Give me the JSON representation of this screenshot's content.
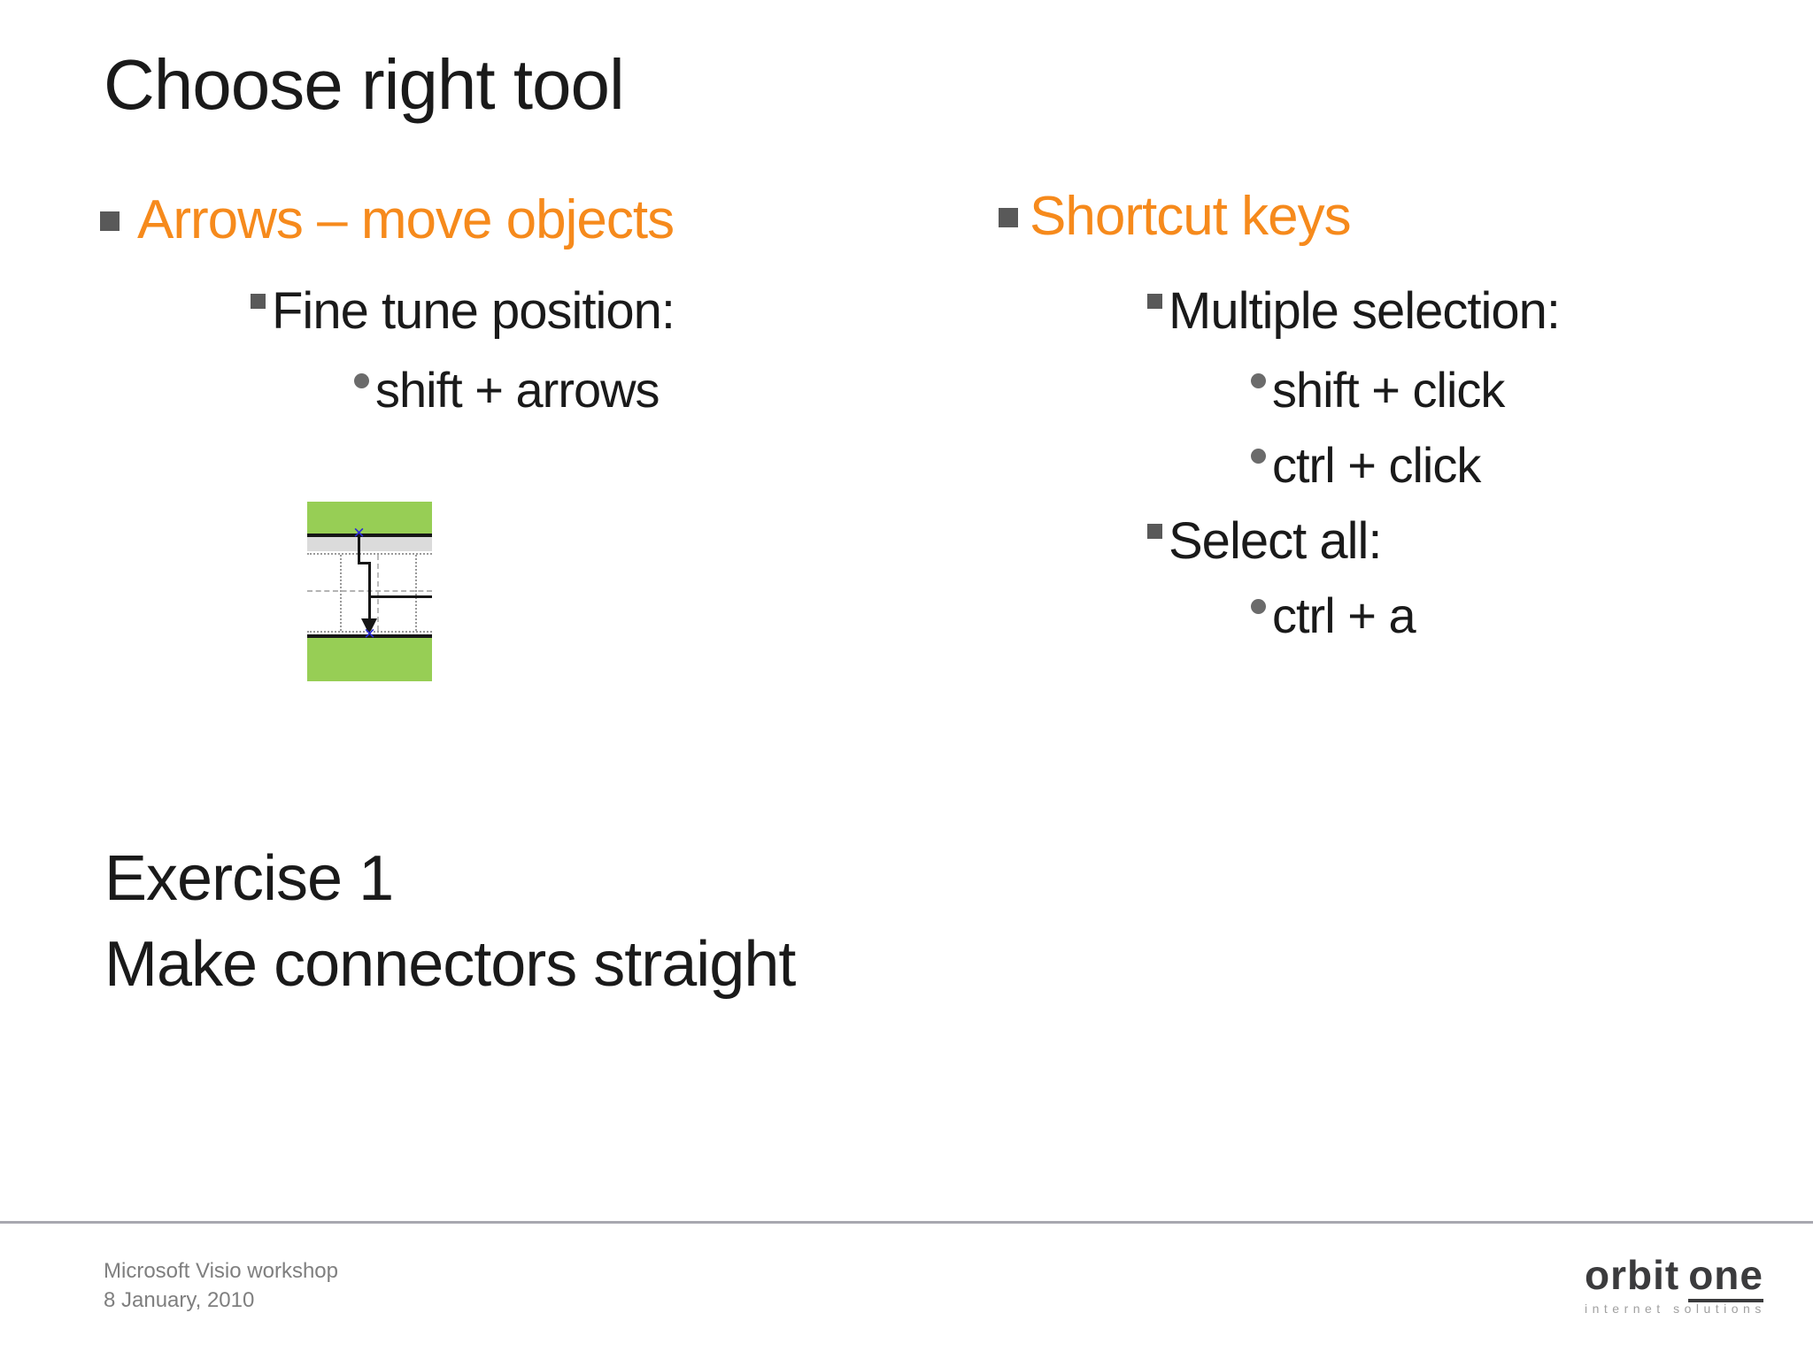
{
  "slide": {
    "title": "Choose right tool",
    "columns": {
      "left": {
        "heading": "Arrows – move objects",
        "items": [
          {
            "level": 2,
            "text": "Fine tune position:"
          },
          {
            "level": 3,
            "text": "shift + arrows"
          }
        ]
      },
      "right": {
        "heading": "Shortcut keys",
        "items": [
          {
            "level": 2,
            "text": "Multiple selection:"
          },
          {
            "level": 3,
            "text": "shift + click"
          },
          {
            "level": 3,
            "text": "ctrl + click"
          },
          {
            "level": 2,
            "text": "Select all:"
          },
          {
            "level": 3,
            "text": "ctrl + a"
          }
        ]
      }
    },
    "figure": {
      "description": "Visio screenshot: two green bars connected by a right-angled connector arrow with blue endpoint markers and dotted selection guides",
      "icons": [
        "endpoint-x-icon",
        "arrowhead-icon"
      ]
    },
    "exercise": {
      "line1": "Exercise 1",
      "line2": "Make connectors straight"
    },
    "footer": {
      "line1": "Microsoft Visio workshop",
      "line2": "8 January, 2010"
    },
    "logo": {
      "word1": "orbit",
      "word2": "one",
      "tagline": "internet solutions"
    }
  },
  "colors": {
    "accent_orange": "#F68A1C",
    "text_black": "#1A1A1A",
    "bullet_gray": "#595959",
    "footer_gray": "#7F7F7F",
    "divider_gray": "#A8A8B0",
    "figure_green": "#97CE55",
    "figure_gray": "#DBDBDB",
    "endpoint_blue": "#2B2BD5",
    "logo_dark": "#3B3B3D",
    "logo_light": "#A0A0A0"
  }
}
